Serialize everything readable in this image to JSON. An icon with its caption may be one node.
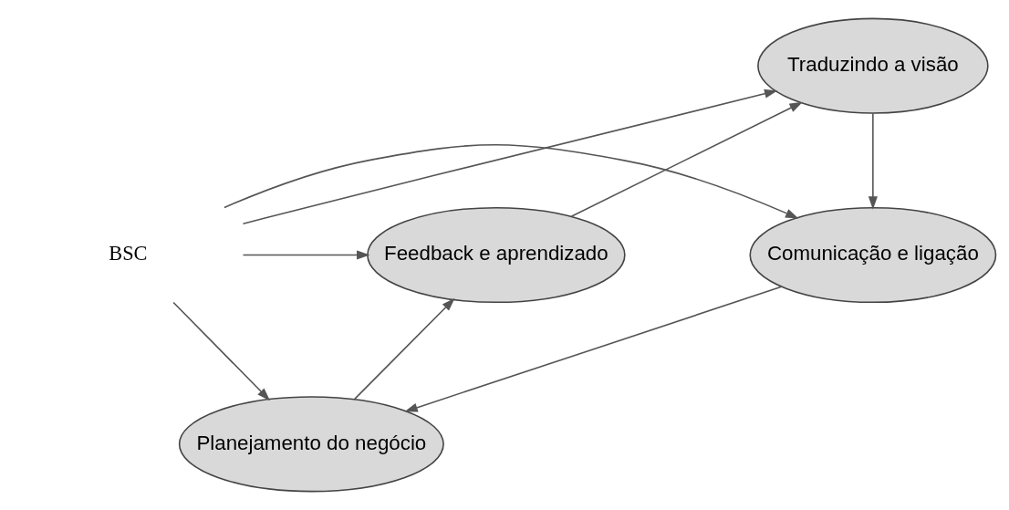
{
  "diagram": {
    "nodes": [
      {
        "text": [
          "Traduzindo a visão"
        ]
      },
      {
        "text": [
          "Comunicação e ligação"
        ]
      },
      {
        "text": [
          "BSC"
        ]
      },
      {
        "text": [
          "Feedback e aprendizado"
        ]
      },
      {
        "text": [
          "Planejamento do negócio"
        ]
      }
    ],
    "edges": [
      {
        "from": 0,
        "to": 1,
        "arrow": "to"
      },
      {
        "from": 1,
        "to": 4,
        "arrow": "to"
      },
      {
        "from": 4,
        "to": 3,
        "arrow": "to"
      },
      {
        "from": 3,
        "to": 0,
        "arrow": "to"
      },
      {
        "from": 2,
        "to": 0,
        "arrow": "to"
      },
      {
        "from": 2,
        "to": 1,
        "arrow": "to"
      },
      {
        "from": 2,
        "to": 3,
        "arrow": "to"
      },
      {
        "from": 2,
        "to": 4,
        "arrow": "to"
      }
    ]
  }
}
